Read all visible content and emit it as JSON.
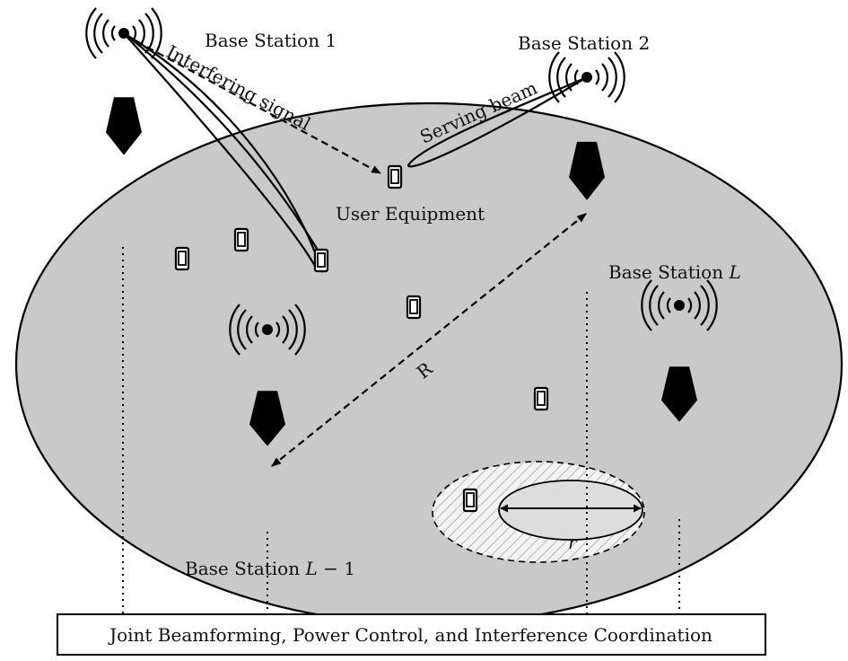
{
  "labels": {
    "bs1": "Base Station 1",
    "bs2": "Base Station 2",
    "bsL_prefix": "Base Station ",
    "bsL_var": "L",
    "bsL1_prefix": "Base Station ",
    "bsL1_var": "L",
    "bsL1_suffix": " − 1",
    "user_equipment": "User Equipment",
    "interfering_signal": "Interfering signal",
    "serving_beam": "Serving beam",
    "distance_R": "R",
    "distance_r": "r",
    "controller": "Joint Beamforming, Power Control, and Interference Coordination"
  },
  "colors": {
    "cell_area": "#c9c9c9",
    "inner_zone": "#dddddd",
    "stroke": "#000000"
  }
}
